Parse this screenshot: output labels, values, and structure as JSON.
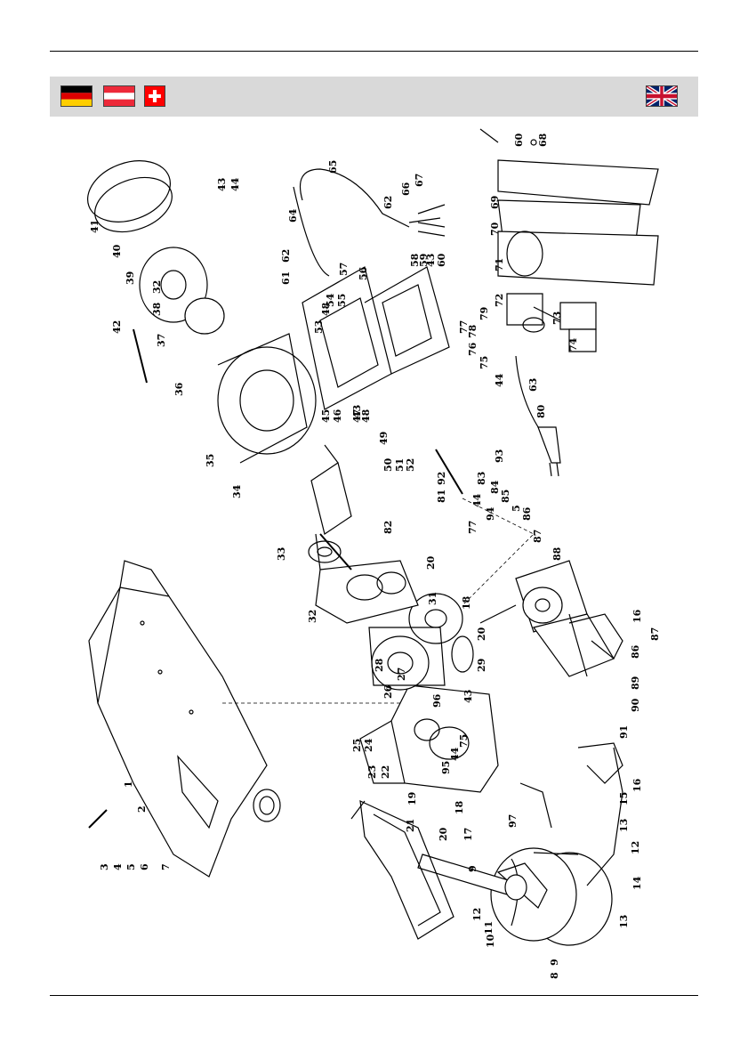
{
  "flags": [
    {
      "name": "germany-flag",
      "colors": [
        "#000000",
        "#dd0000",
        "#ffce00"
      ]
    },
    {
      "name": "austria-flag",
      "colors": [
        "#ed2939",
        "#ffffff",
        "#ed2939"
      ]
    },
    {
      "name": "switzerland-flag",
      "colors": [
        "#ff0000",
        "#ffffff"
      ]
    },
    {
      "name": "united-kingdom-flag",
      "colors": [
        "#012169",
        "#ffffff",
        "#c8102e"
      ]
    }
  ],
  "header_bar_color": "#d9d9d9",
  "part_numbers": {
    "p1": "1",
    "p2": "2",
    "p3": "3",
    "p4": "4",
    "p5": "5",
    "p6": "6",
    "p7": "7",
    "p8": "8",
    "p9a": "9",
    "p9b": "9",
    "p10": "10",
    "p11": "11",
    "p12a": "12",
    "p12b": "12",
    "p13a": "13",
    "p13b": "13",
    "p14": "14",
    "p15": "15",
    "p16a": "16",
    "p16b": "16",
    "p17": "17",
    "p18a": "18",
    "p18b": "18",
    "p19": "19",
    "p20a": "20",
    "p20b": "20",
    "p20c": "20",
    "p21": "21",
    "p22": "22",
    "p23": "23",
    "p24": "24",
    "p25": "25",
    "p26": "26",
    "p27": "27",
    "p28": "28",
    "p29": "29",
    "p31": "31",
    "p32a": "32",
    "p32b": "32",
    "p33": "33",
    "p34": "34",
    "p35": "35",
    "p36": "36",
    "p37": "37",
    "p38": "38",
    "p39": "39",
    "p40": "40",
    "p41": "41",
    "p42": "42",
    "p43a": "43",
    "p43b": "43",
    "p43c": "43",
    "p43d": "43",
    "p44a": "44",
    "p44b": "44",
    "p44c": "44",
    "p44d": "44",
    "p45": "45",
    "p46": "46",
    "p47": "47",
    "p48a": "48",
    "p48b": "48",
    "p49": "49",
    "p50": "50",
    "p51": "51",
    "p52": "52",
    "p53": "53",
    "p54": "54",
    "p55": "55",
    "p56": "56",
    "p57": "57",
    "p58": "58",
    "p59": "59",
    "p60a": "60",
    "p60b": "60",
    "p61": "61",
    "p62a": "62",
    "p62b": "62",
    "p63": "63",
    "p64": "64",
    "p65": "65",
    "p66": "66",
    "p67": "67",
    "p68": "68",
    "p69": "69",
    "p70": "70",
    "p71": "71",
    "p72": "72",
    "p73": "73",
    "p74": "74",
    "p75a": "75",
    "p75b": "75",
    "p76": "76",
    "p77a": "77",
    "p77b": "77",
    "p78": "78",
    "p79": "79",
    "p80": "80",
    "p81": "81",
    "p82": "82",
    "p83": "83",
    "p84": "84",
    "p85": "85",
    "p86a": "86",
    "p86b": "86",
    "p87a": "87",
    "p87b": "87",
    "p88": "88",
    "p89": "89",
    "p90": "90",
    "p91": "91",
    "p92": "92",
    "p93": "93",
    "p94": "94",
    "p95": "95",
    "p96": "96",
    "p97": "97",
    "p5b": "5"
  }
}
